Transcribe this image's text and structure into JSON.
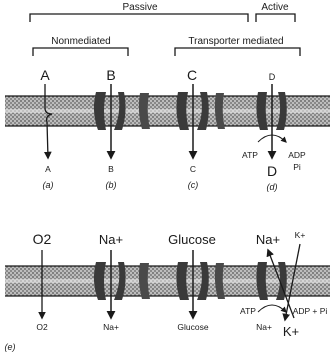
{
  "header": {
    "passive": "Passive",
    "active": "Active",
    "nonmediated": "Nonmediated",
    "transporter_mediated": "Transporter mediated"
  },
  "top_panel": {
    "substances": [
      {
        "top": "A",
        "bottom": "A",
        "caption": "(a)"
      },
      {
        "top": "B",
        "bottom": "B",
        "caption": "(b)"
      },
      {
        "top": "C",
        "bottom": "C",
        "caption": "(c)"
      },
      {
        "top": "D",
        "bottom": "D",
        "caption": "(d)"
      }
    ],
    "atp": "ATP",
    "adp": "ADP",
    "pi": "Pi"
  },
  "bottom_panel": {
    "caption": "(e)",
    "top_labels": [
      "O2",
      "Na+",
      "Glucose",
      "Na+",
      "K+"
    ],
    "bottom_labels": [
      "O2",
      "Na+",
      "Glucose",
      "Na+",
      "K+"
    ],
    "atp": "ATP",
    "adp_pi": "ADP + Pi"
  },
  "colors": {
    "ink": "#1a1a1a",
    "membrane_fill": "#9a9a9a",
    "channel": "#3a3a3a"
  }
}
